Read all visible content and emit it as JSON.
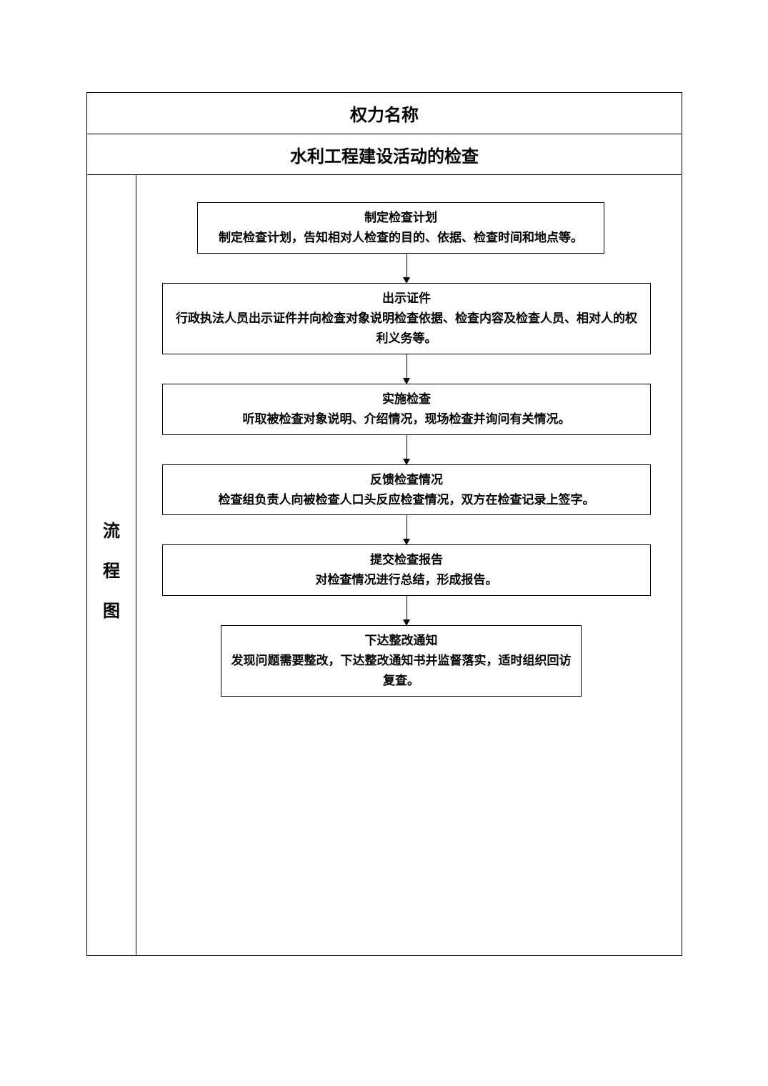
{
  "table": {
    "header_label": "权力名称",
    "power_name": "水利工程建设活动的检查",
    "side_label": [
      "流",
      "程",
      "图"
    ]
  },
  "flow": {
    "steps": [
      {
        "title": "制定检查计划",
        "body": "制定检查计划，告知相对人检查的目的、依据、检查时间和地点等。"
      },
      {
        "title": "出示证件",
        "body": "行政执法人员出示证件并向检查对象说明检查依据、检查内容及检查人员、相对人的权利义务等。"
      },
      {
        "title": "实施检查",
        "body": "听取被检查对象说明、介绍情况，现场检查并询问有关情况。"
      },
      {
        "title": "反馈检查情况",
        "body": "检查组负责人向被检查人口头反应检查情况，双方在检查记录上签字。"
      },
      {
        "title": "提交检查报告",
        "body": "对检查情况进行总结，形成报告。"
      },
      {
        "title": "下达整改通知",
        "body": "发现问题需要整改，下达整改通知书并监督落实，适时组织回访复查。"
      }
    ]
  }
}
